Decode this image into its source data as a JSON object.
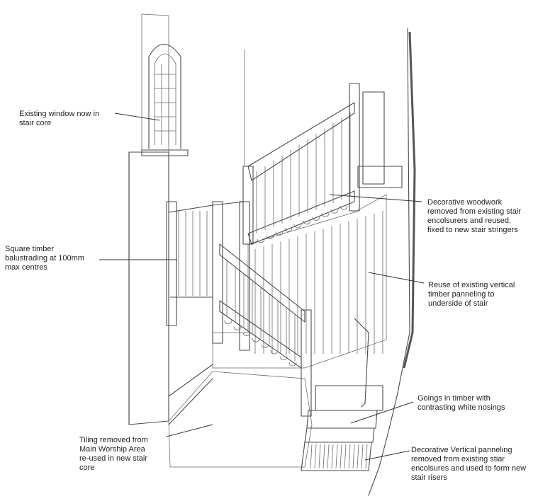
{
  "annotations": [
    {
      "id": "window",
      "text": "Existing window now in\nstair core"
    },
    {
      "id": "balustrade",
      "text": "Square timber\nbalustrading at 100mm\nmax centres"
    },
    {
      "id": "tiling",
      "text": "Tiling removed from\nMain Worship Area\nre-used in new stair\ncore"
    },
    {
      "id": "woodwork",
      "text": "Decorative woodwork\nremoved from existing stair\nencolsurers and reused,\nfixed to new stair stringers"
    },
    {
      "id": "panelling",
      "text": "Reuse of existing vertical\ntimber panneling to\nunderside of stair"
    },
    {
      "id": "goings",
      "text": "Goings in timber with\ncontrasting white nosings"
    },
    {
      "id": "risers",
      "text": "Decorative Vertical panneling\nremoved from existing stiar\nencolsures and used to form new\nstair risers"
    }
  ],
  "colors": {
    "ink": "#4a4a4a",
    "shade": "#bdbdbd",
    "text": "#222222"
  }
}
